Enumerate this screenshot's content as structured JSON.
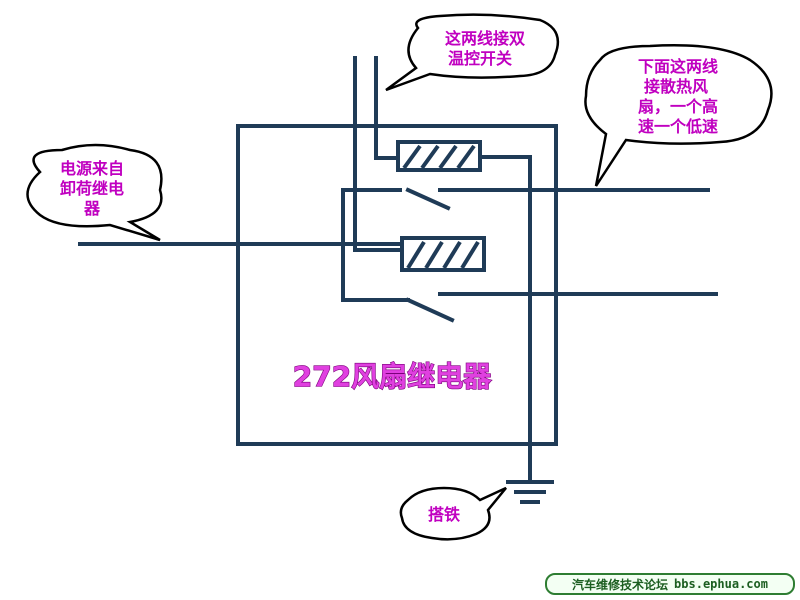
{
  "diagram": {
    "title": "272风扇继电器",
    "callouts": {
      "power_source": {
        "lines": [
          "电源来自",
          "卸荷继电",
          "器"
        ]
      },
      "thermo_switch": {
        "lines": [
          "这两线接双",
          "温控开关"
        ]
      },
      "fan_outputs": {
        "lines": [
          "下面这两线",
          "接散热风",
          "扇，一个高",
          "速一个低速"
        ]
      },
      "ground": {
        "lines": [
          "搭铁"
        ]
      }
    }
  },
  "watermark": {
    "forum_name": "汽车维修技术论坛",
    "url": "bbs.ephua.com"
  },
  "colors": {
    "wire": "#1F3B57",
    "callout_text": "#C000C0",
    "title_fill": "#E040E0",
    "background": "#FFFFFF"
  }
}
